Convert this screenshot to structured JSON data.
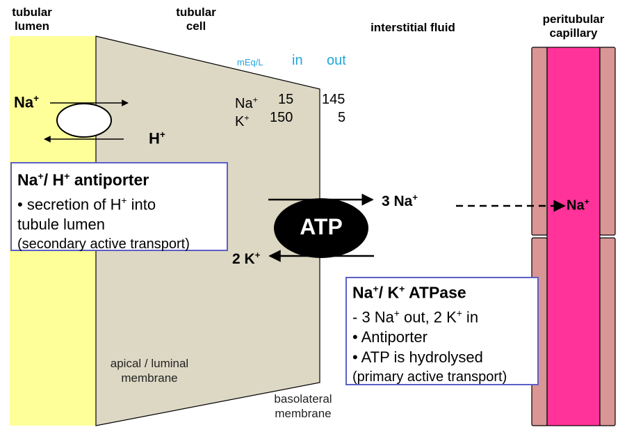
{
  "headers": {
    "tubular_lumen": [
      "tubular",
      "lumen"
    ],
    "tubular_cell": [
      "tubular",
      "cell"
    ],
    "interstitial": "interstitial  fluid",
    "capillary": [
      "peritubular",
      "capillary"
    ]
  },
  "concentration_table": {
    "unit": "mEq/L",
    "col_in": "in",
    "col_out": "out",
    "rows": [
      {
        "ion": "Na",
        "charge": "+",
        "in": "15",
        "out": "145"
      },
      {
        "ion": "K",
        "charge": "+",
        "in": "150",
        "out": "5"
      }
    ]
  },
  "antiporter": {
    "na_label": "Na",
    "na_charge": "+",
    "h_label": "H",
    "h_charge": "+"
  },
  "antiporter_box": {
    "title_a": "Na",
    "title_sup_a": "+",
    "title_b": "/ H",
    "title_sup_b": "+",
    "title_c": " antiporter",
    "line1_a": "• secretion of H",
    "line1_sup": "+",
    "line1_b": " into",
    "line2": "tubule lumen",
    "line3": "(secondary active transport)"
  },
  "pump": {
    "atp": "ATP",
    "out_label": "3 Na",
    "out_charge": "+",
    "in_label": "2 K",
    "in_charge": "+",
    "capillary_label": "Na",
    "capillary_charge": "+"
  },
  "atpase_box": {
    "title_a": "Na",
    "title_sup_a": "+",
    "title_b": "/ K",
    "title_sup_b": "+",
    "title_c": " ATPase",
    "line1_a": "- 3 Na",
    "line1_sup_a": "+",
    "line1_b": " out, 2 K",
    "line1_sup_b": "+",
    "line1_c": " in",
    "line2": "• Antiporter",
    "line3": "• ATP is hydrolysed",
    "line4": "(primary active transport)"
  },
  "membranes": {
    "apical": [
      "apical  /  luminal",
      "membrane"
    ],
    "basolateral": [
      "basolateral",
      "membrane"
    ]
  },
  "colors": {
    "lumen": "#ffff99",
    "cell": "#ddd8c4",
    "capillary_wall": "#d99694",
    "capillary_blood": "#ff3399",
    "box_border": "#5b5fc7",
    "unit_text": "#21a5de"
  }
}
